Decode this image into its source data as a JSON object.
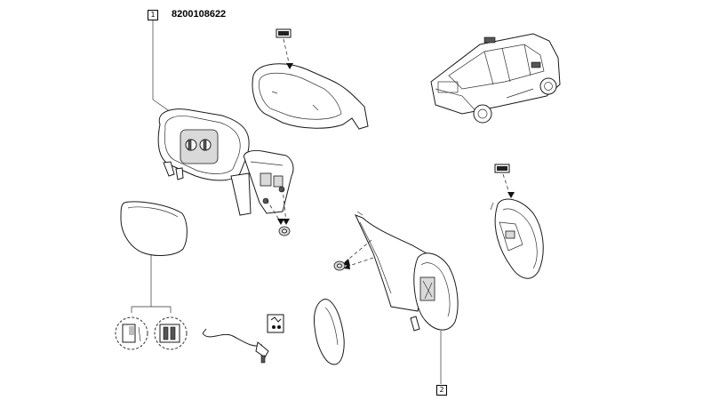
{
  "callouts": [
    {
      "label": "1"
    },
    {
      "label": "2"
    }
  ],
  "part_number": "8200108622"
}
